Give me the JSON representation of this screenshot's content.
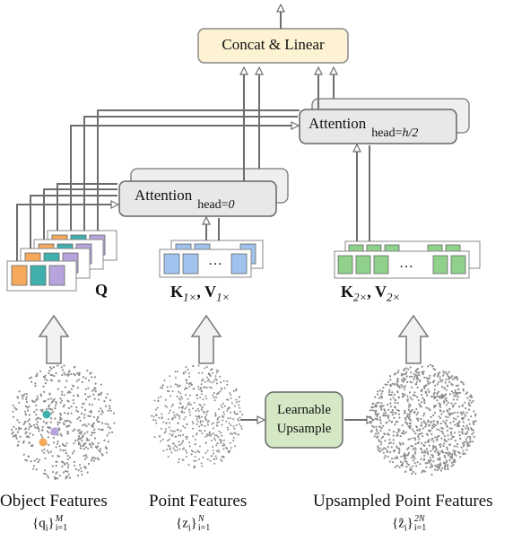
{
  "colors": {
    "concat_fill": "#fdf2d2",
    "concat_stroke": "#8a8a8a",
    "attention_fill": "#e8e8e8",
    "upsample_fill": "#d4e8c6",
    "kv1_cell": "#9fc3ec",
    "kv2_cell": "#8fd18a",
    "q_orange": "#f4a95b",
    "q_teal": "#3fb0ad",
    "q_purple": "#b8a4dc",
    "arrow": "#6e6e6e",
    "cloud": "#8c8c8c"
  },
  "boxes": {
    "concat": "Concat & Linear",
    "attention_0": "Attention",
    "attention_0_sub": "head=",
    "attention_0_sub_var": "0",
    "attention_half": "Attention",
    "attention_half_sub": "head=",
    "attention_half_sub_var": "h/2",
    "upsample_line1": "Learnable",
    "upsample_line2": "Upsample"
  },
  "inputs": {
    "q_label": "Q",
    "k1_label": "K",
    "k1_sub": "1×",
    "v1_label": "V",
    "v1_sub": "1×",
    "k2_label": "K",
    "k2_sub": "2×",
    "v2_label": "V",
    "v2_sub": "2×",
    "ellipsis": "…"
  },
  "captions": {
    "object": "Object Features",
    "object_formula_set": "{q",
    "object_formula_idx": "i",
    "object_formula_sup": "M",
    "object_formula_sub": "i=1",
    "point": "Point Features",
    "point_formula_set": "{z",
    "point_formula_idx": "i",
    "point_formula_sup": "N",
    "point_formula_sub": "i=1",
    "upsampled": "Upsampled Point Features",
    "upsampled_formula_set": "{z̃",
    "upsampled_formula_idx": "i",
    "upsampled_formula_sup": "2N",
    "upsampled_formula_sub": "i=1"
  }
}
